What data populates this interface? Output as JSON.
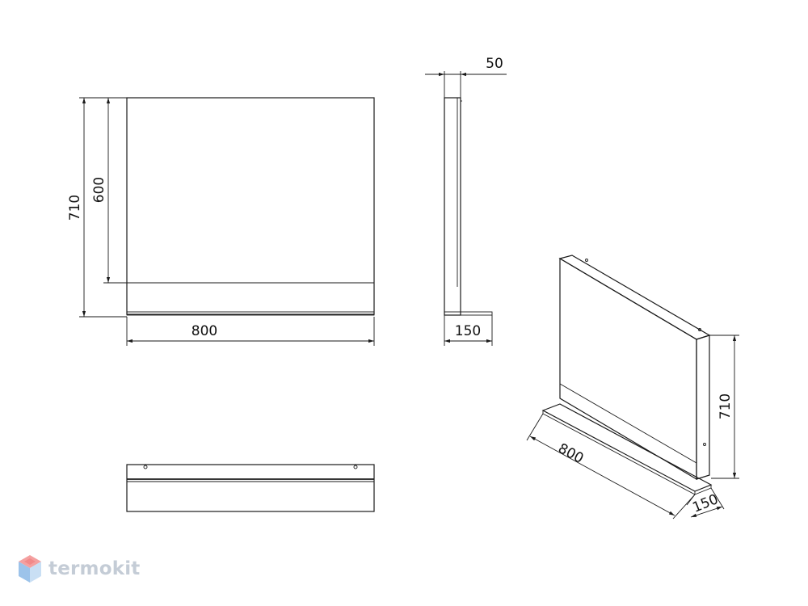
{
  "dimensions": {
    "front_view": {
      "total_height": "710",
      "mirror_height": "600",
      "width": "800"
    },
    "side_view": {
      "thickness": "50",
      "shelf_depth": "150"
    },
    "iso_view": {
      "height": "710",
      "width": "800",
      "depth": "150"
    }
  },
  "watermark": {
    "text": "termokit",
    "icon": "cube-logo-icon"
  },
  "colors": {
    "line": "#1a1a1a",
    "watermark_text": "#c4ccd6",
    "logo_red": "#f07a7a",
    "logo_blue": "#6fa8dc"
  }
}
